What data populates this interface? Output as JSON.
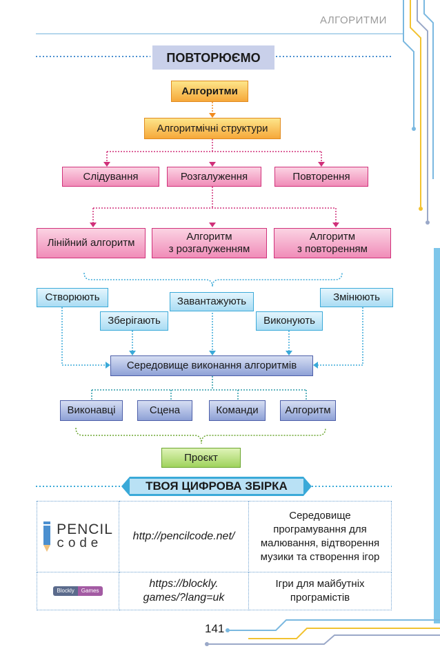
{
  "header": {
    "section_title": "АЛГОРИТМИ"
  },
  "review": {
    "title": "ПОВТОРЮЄМО"
  },
  "diagram": {
    "root": "Алгоритми",
    "structures": "Алгоритмічні структури",
    "types": [
      "Слідування",
      "Розгалуження",
      "Повторення"
    ],
    "algorithms": {
      "linear": "Лінійний алгоритм",
      "branch_line1": "Алгоритм",
      "branch_line2": "з розгалуженням",
      "loop_line1": "Алгоритм",
      "loop_line2": "з повторенням"
    },
    "actions": {
      "create": "Створюють",
      "load": "Завантажують",
      "modify": "Змінюють",
      "save": "Зберігають",
      "execute": "Виконують"
    },
    "environment": "Середовище виконання алгоритмів",
    "components": [
      "Виконавці",
      "Сцена",
      "Команди",
      "Алгоритм"
    ],
    "project": "Проєкт"
  },
  "digital": {
    "title": "ТВОЯ ЦИФРОВА ЗБІРКА",
    "rows": [
      {
        "logo_line1": "PENCIL",
        "logo_line2": "code",
        "url": "http://pencilcode.net/",
        "desc": "Середовище програмування для малювання, відтворення музики та створення ігор"
      },
      {
        "logo_left": "Blockly",
        "logo_right": "Games",
        "url_line1": "https://blockly.",
        "url_line2": "games/?lang=uk",
        "desc": "Ігри для майбутніх програмістів"
      }
    ]
  },
  "footer": {
    "page_number": "141"
  }
}
